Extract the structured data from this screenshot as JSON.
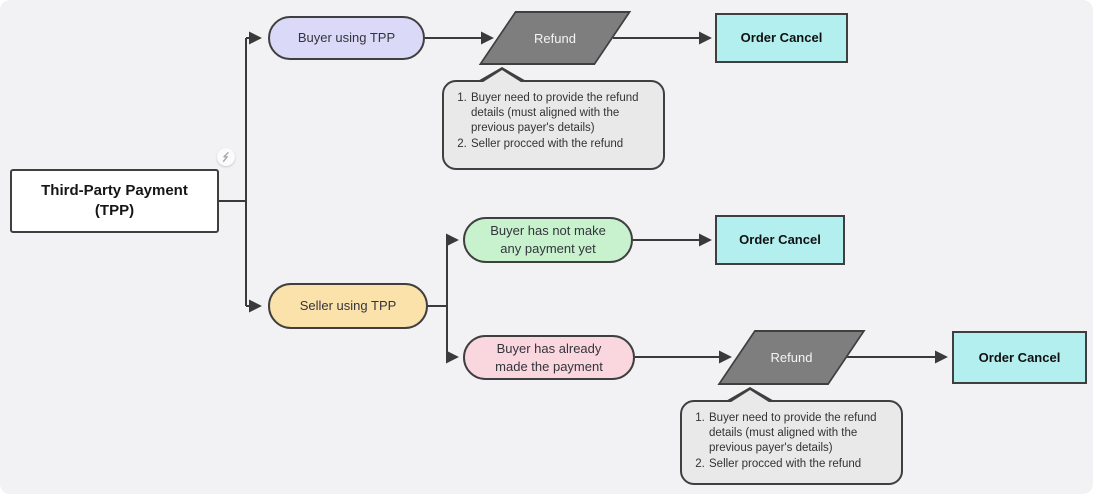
{
  "colors": {
    "canvas-bg": "#F2F2F4",
    "node-border": "#3F3F3F",
    "connector": "#3A3A3A",
    "root-fill": "#FFFFFF",
    "buyer-tpp-fill": "#DBD9F8",
    "seller-tpp-fill": "#FBE2AB",
    "no-payment-fill": "#C8F2CE",
    "paid-fill": "#FAD6DE",
    "refund-fill": "#7E7E7E",
    "refund-text": "#F4F4F4",
    "order-cancel-fill": "#B4EFEF",
    "note-fill": "#E9E9EA"
  },
  "nodes": {
    "root": {
      "label": "Third-Party Payment\n(TPP)"
    },
    "buyer_branch": {
      "label": "Buyer using TPP"
    },
    "refund_buyer": {
      "label": "Refund"
    },
    "order_cancel_buyer": {
      "label": "Order Cancel"
    },
    "seller_branch": {
      "label": "Seller using TPP"
    },
    "no_payment": {
      "label": "Buyer has not make\nany payment yet"
    },
    "order_cancel_no_payment": {
      "label": "Order Cancel"
    },
    "already_paid": {
      "label": "Buyer has already\nmade the payment"
    },
    "refund_seller": {
      "label": "Refund"
    },
    "order_cancel_paid": {
      "label": "Order Cancel"
    }
  },
  "notes": {
    "buyer_branch": {
      "items": [
        "Buyer need to provide the refund details (must aligned with the previous payer's details)",
        "Seller procced with the refund"
      ]
    },
    "seller_branch": {
      "items": [
        "Buyer need to provide the refund details (must aligned with the previous payer's details)",
        "Seller procced with the refund"
      ]
    }
  },
  "icons": {
    "root_badge": "lightning-icon"
  }
}
